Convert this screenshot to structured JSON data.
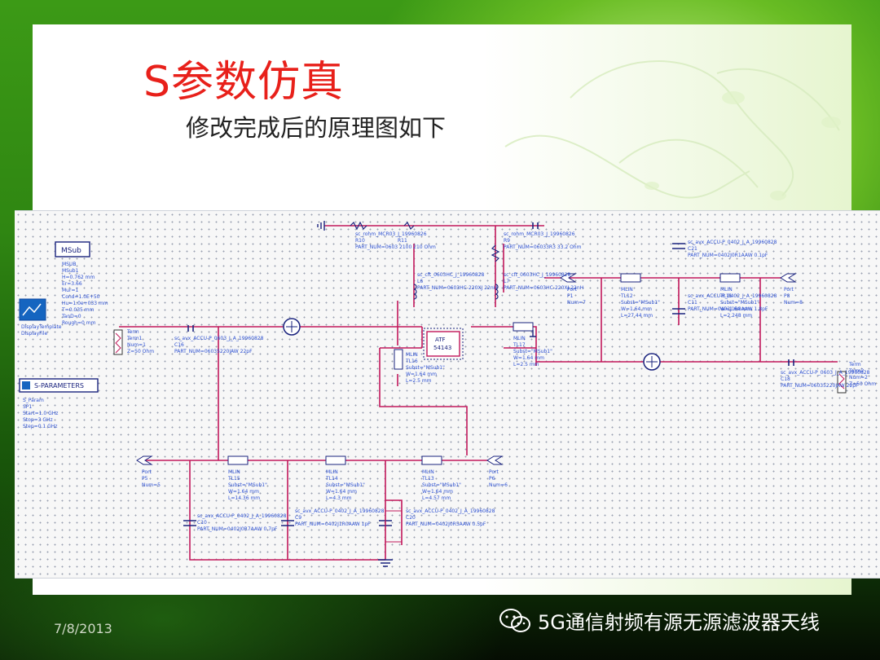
{
  "slide": {
    "title": "S参数仿真",
    "subtitle": "修改完成后的原理图如下",
    "date": "7/8/2013",
    "brand": "5G通信射频有源无源滤波器天线"
  },
  "schematic": {
    "msub": {
      "title": "MSub",
      "name": "MSUB",
      "line1": "MSub1",
      "line2": "H=0.762 mm",
      "line3": "Er=3.66",
      "line4": "Mur=1",
      "line5": "Cond=1.0E+50",
      "line6": "Hu=1.0e+033 mm",
      "line7": "T=0.035 mm",
      "line8": "TanD=0",
      "line9": "Rough=0 mm"
    },
    "sparams": {
      "title": "S-PARAMETERS",
      "name": "S_Param",
      "line1": "SP1",
      "line2": "Start=1.0 GHz",
      "line3": "Stop=3 GHz",
      "line4": "Step=0.1 GHz"
    },
    "display": {
      "line1": "DisplayTemplate",
      "line2": "DisplayFile"
    },
    "term1": {
      "line1": "Term",
      "line2": "Term1",
      "line3": "Num=1",
      "line4": "Z=50 Ohm"
    },
    "term2": {
      "line1": "Term",
      "line2": "Term2",
      "line3": "Num=2",
      "line4": "Z=50 Ohm"
    },
    "amp": {
      "line1": "ATF",
      "line2": "54143"
    },
    "ports": {
      "p1": {
        "line1": "Port",
        "line2": "P1",
        "line3": "Num=7"
      },
      "p2": {
        "line1": "Port",
        "line2": "P5",
        "line3": "Num=5"
      },
      "p3": {
        "line1": "Port",
        "line2": "P6",
        "line3": "Num=6"
      },
      "p4": {
        "line1": "Port",
        "line2": "P8",
        "line3": "Num=8"
      }
    },
    "tl": {
      "t1": {
        "line1": "MLIN",
        "line2": "TL15",
        "line3": "Subst=\"MSub1\"",
        "line4": "W=1.64 mm",
        "line5": "L=14.36 mm"
      },
      "t2": {
        "line1": "MLIN",
        "line2": "TL14",
        "line3": "Subst=\"MSub1\"",
        "line4": "W=1.64 mm",
        "line5": "L=4.3 mm"
      },
      "t3": {
        "line1": "MLIN",
        "line2": "TL13",
        "line3": "Subst=\"MSub1\"",
        "line4": "W=1.64 mm",
        "line5": "L=4.57 mm"
      },
      "t4": {
        "line1": "MLIN",
        "line2": "TL17",
        "line3": "Subst=\"MSub1\"",
        "line4": "W=1.64 mm",
        "line5": "L=2.5 mm"
      },
      "t5": {
        "line1": "MLIN",
        "line2": "TL12",
        "line3": "Subst=\"MSub1\"",
        "line4": "W=1.64 mm",
        "line5": "L=27.44 mm"
      },
      "t6": {
        "line1": "MLIN",
        "line2": "TL11",
        "line3": "Subst=\"MSub1\"",
        "line4": "W=1.64 mm",
        "line5": "L=2.248 mm"
      },
      "t7": {
        "line1": "MLIN",
        "line2": "TL16",
        "line3": "Subst=\"MSub1\"",
        "line4": "W=1.64 mm",
        "line5": "L=2.5 mm"
      }
    },
    "caps": {
      "c1": {
        "line1": "sc_avx_ACCU-P_0603_J_A_19960828",
        "line2": "C16",
        "line3": "PART_NUM=06035220JAW 22pF"
      },
      "c2": {
        "line1": "sc_avx_ACCU-P_0402_J_A_19960828",
        "line2": "C10",
        "line3": "PART_NUM=0402J0R7AAW 0.7pF"
      },
      "c3": {
        "line1": "sc_avx_ACCU-P_0402_J_A_19960828",
        "line2": "C9",
        "line3": "PART_NUM=0402J1R0AAW 1pF"
      },
      "c4": {
        "line1": "sc_avx_ACCU-P_0402_J_A_19960828",
        "line2": "C20",
        "line3": "PART_NUM=0402J0R5AAW 0.5pF"
      },
      "c5": {
        "line1": "sc_avx_ACCU-P_0402_J_A_19960828",
        "line2": "C21",
        "line3": "PART_NUM=0402J0R1AAW 0.1pF"
      },
      "c6": {
        "line1": "sc_avx_ACCU-P_0402_J_A_19960828",
        "line2": "C11",
        "line3": "PART_NUM=0402J1R8AAW 1.8pF"
      },
      "c7": {
        "line1": "sc_avx_ACCU-P_0603_J_A_19960828",
        "line2": "C18",
        "line3": "PART_NUM=06035220JAW 22pF"
      }
    },
    "res": {
      "r1": {
        "line1": "sc_rohm_MCR03_J_19960826",
        "line2": "R10",
        "line3": "R11",
        "line4": "PART_NUM=0603 2100 210 Ohm"
      },
      "r2": {
        "line1": "sc_rohm_MCR03_J_19960826",
        "line2": "R9",
        "line3": "PART_NUM=06033R3 33.2 Ohm"
      }
    },
    "inds": {
      "l1": {
        "line1": "sc_cft_0603HC_J_19960828",
        "line2": "L6",
        "line3": "PART_NUM=0603HC-220XJ 22nH"
      },
      "l2": {
        "line1": "sc_cft_0603HC_J_19960828",
        "line2": "L7",
        "line3": "PART_NUM=0603HC-220XJ 22nH"
      }
    }
  }
}
